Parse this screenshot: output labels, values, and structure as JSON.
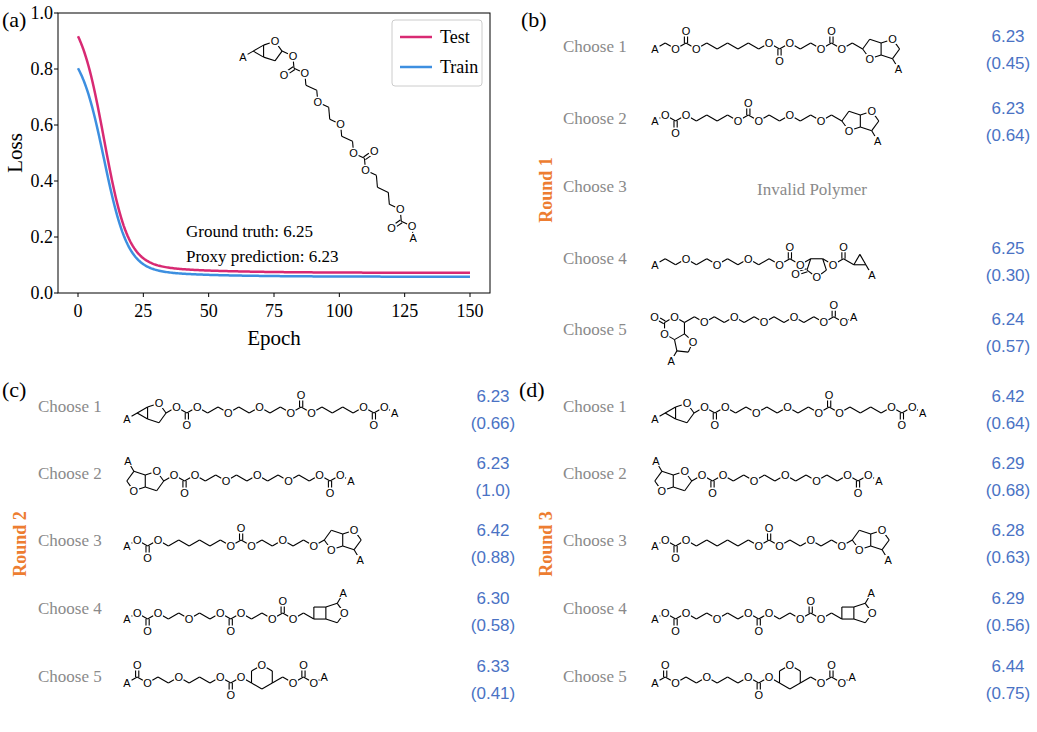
{
  "diagram": {
    "labels": [
      "(a)",
      "1.0",
      "0.8",
      "0.6",
      "0.4",
      "0.2",
      "0.0",
      "0",
      "25",
      "50",
      "75",
      "100",
      "125",
      "150",
      "Loss",
      "Epoch",
      "Ground truth: 6.25",
      "Proxy prediction: 6.23",
      "(b)",
      "Round 1",
      "Choose 1",
      "Choose 2",
      "Choose 3",
      "Choose 4",
      "Choose 5",
      "Invalid Polymer",
      "6.23",
      "(0.45)",
      "6.23",
      "(0.64)",
      "6.25",
      "(0.30)",
      "6.24",
      "(0.57)",
      "(c)",
      "Round 2",
      "Choose 1",
      "Choose 2",
      "Choose 3",
      "Choose 4",
      "Choose 5",
      "6.23",
      "(0.66)",
      "6.23",
      "(1.0)",
      "6.42",
      "(0.88)",
      "6.30",
      "(0.58)",
      "6.33",
      "(0.41)",
      "(d)",
      "Round 3",
      "Choose 1",
      "Choose 2",
      "Choose 3",
      "Choose 4",
      "Choose 5",
      "6.42",
      "(0.64)",
      "6.29",
      "(0.68)",
      "6.28",
      "(0.63)",
      "6.29",
      "(0.56)",
      "6.44",
      "(0.75)",
      "O",
      "A",
      "O",
      "O",
      "O",
      "O",
      "O",
      "O",
      "O",
      "O",
      "O",
      "O",
      "O",
      "A",
      "A",
      "O",
      "O",
      "O",
      "O",
      "O",
      "O",
      "O",
      "O",
      "O",
      "O",
      "O",
      "A",
      "A",
      "O",
      "O",
      "O",
      "O",
      "O",
      "O",
      "O",
      "O",
      "O",
      "O",
      "A",
      "A",
      "O",
      "O",
      "O",
      "O",
      "O",
      "O",
      "O",
      "O",
      "O",
      "O",
      "A",
      "O",
      "O",
      "O",
      "O",
      "A",
      "O",
      "O",
      "O",
      "O",
      "O",
      "O",
      "O",
      "A",
      "O",
      "A",
      "O",
      "O",
      "O",
      "O",
      "O",
      "O",
      "O",
      "O",
      "O",
      "O",
      "O",
      "A",
      "O",
      "O",
      "A",
      "O",
      "O",
      "O",
      "O",
      "O",
      "O",
      "O",
      "O",
      "O",
      "A",
      "A",
      "O",
      "O",
      "O",
      "O",
      "O",
      "O",
      "O",
      "O",
      "O",
      "O",
      "A",
      "A",
      "O",
      "O",
      "O",
      "O",
      "O",
      "O",
      "O",
      "O",
      "O",
      "O",
      "O",
      "A",
      "A",
      "O",
      "O",
      "O",
      "O",
      "O",
      "O",
      "O",
      "O",
      "O",
      "O",
      "A",
      "O",
      "A",
      "O",
      "O",
      "O",
      "O",
      "O",
      "O",
      "O",
      "O",
      "O",
      "O",
      "O",
      "A",
      "O",
      "O",
      "A",
      "O",
      "O",
      "O",
      "O",
      "O",
      "O",
      "O",
      "O",
      "O",
      "A",
      "A",
      "O",
      "O",
      "O",
      "O",
      "O",
      "O",
      "O",
      "O",
      "O",
      "O",
      "A",
      "A",
      "O",
      "O",
      "O",
      "O",
      "O",
      "O",
      "O",
      "O",
      "O",
      "O",
      "O",
      "A",
      "A",
      "O",
      "O",
      "O",
      "O",
      "O",
      "O",
      "O",
      "O",
      "O",
      "O",
      "A"
    ],
    "legend": [
      {
        "text": "Test"
      },
      {
        "text": "Train"
      }
    ]
  }
}
